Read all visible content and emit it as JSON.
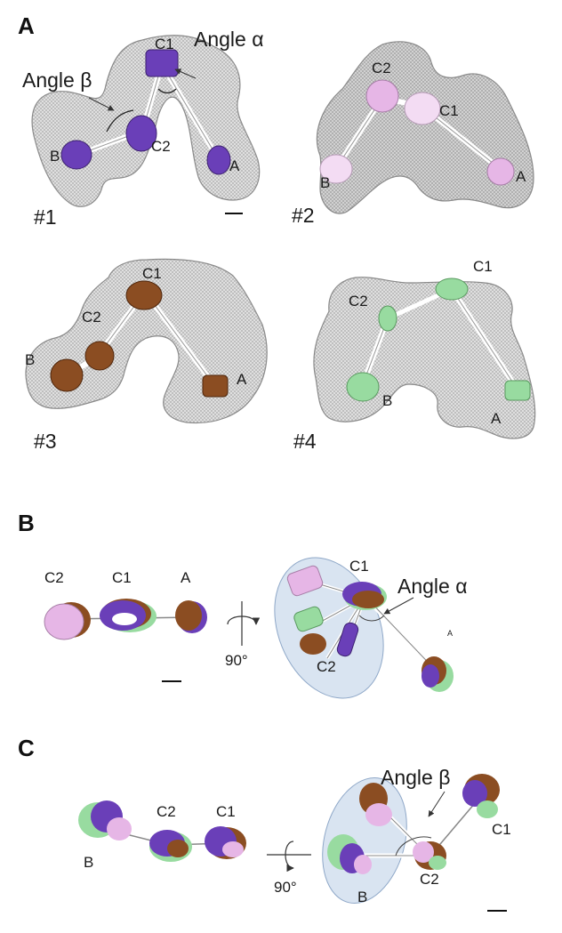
{
  "panels": {
    "a": "A",
    "b": "B",
    "c": "C"
  },
  "labels": {
    "c1": "C1",
    "c2": "C2",
    "a": "A",
    "b": "B",
    "angle_alpha": "Angle α",
    "angle_beta": "Angle β",
    "n1": "#1",
    "n2": "#2",
    "n3": "#3",
    "n4": "#4",
    "rot90": "90°"
  },
  "colors": {
    "purple": "#6a3fb8",
    "pink": "#e6b6e6",
    "lightpink": "#f3dcf3",
    "brown": "#8b4d22",
    "green": "#98dba0",
    "mesh": "#cfcfcf",
    "ellipse": "#b9cde6"
  }
}
